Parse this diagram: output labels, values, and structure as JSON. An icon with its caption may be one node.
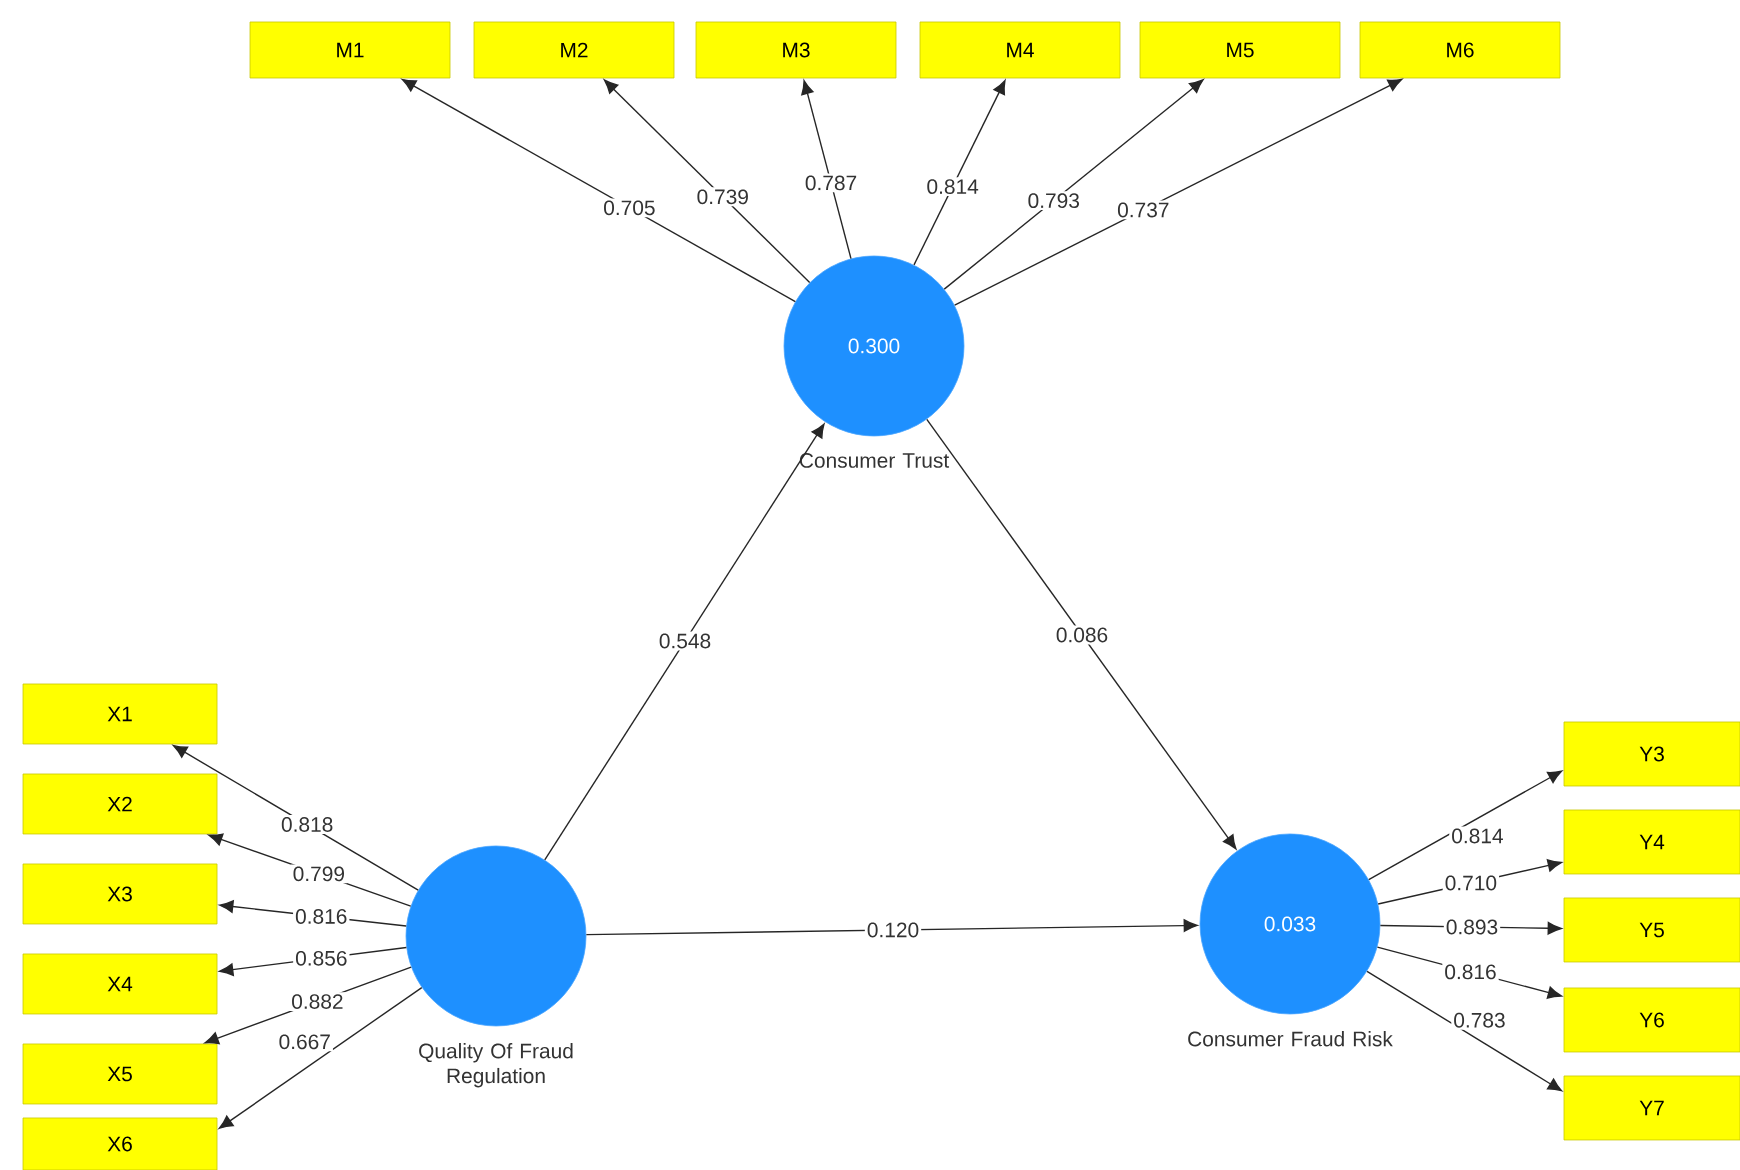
{
  "diagram": {
    "nodes": [
      {
        "text": [
          "M1"
        ]
      },
      {
        "text": [
          "M2"
        ]
      },
      {
        "text": [
          "M3"
        ]
      },
      {
        "text": [
          "M4"
        ]
      },
      {
        "text": [
          "M5"
        ]
      },
      {
        "text": [
          "M6"
        ]
      },
      {
        "text": [
          "0.300",
          "Consumer Trust"
        ]
      },
      {
        "text": [
          "X1"
        ]
      },
      {
        "text": [
          "X2"
        ]
      },
      {
        "text": [
          "X3"
        ]
      },
      {
        "text": [
          "X4"
        ]
      },
      {
        "text": [
          "X5"
        ]
      },
      {
        "text": [
          "X6"
        ]
      },
      {
        "text": [
          "Quality Of Fraud Regulation"
        ]
      },
      {
        "text": [
          "0.033",
          "Consumer Fraud Risk"
        ]
      },
      {
        "text": [
          "Y3"
        ]
      },
      {
        "text": [
          "Y4"
        ]
      },
      {
        "text": [
          "Y5"
        ]
      },
      {
        "text": [
          "Y6"
        ]
      },
      {
        "text": [
          "Y7"
        ]
      }
    ],
    "edges": [
      {
        "from": 6,
        "to": 0,
        "arrow": "to",
        "label": "0.705"
      },
      {
        "from": 6,
        "to": 1,
        "arrow": "to",
        "label": "0.739"
      },
      {
        "from": 6,
        "to": 2,
        "arrow": "to",
        "label": "0.787"
      },
      {
        "from": 6,
        "to": 3,
        "arrow": "to",
        "label": "0.814"
      },
      {
        "from": 6,
        "to": 4,
        "arrow": "to",
        "label": "0.793"
      },
      {
        "from": 6,
        "to": 5,
        "arrow": "to",
        "label": "0.737"
      },
      {
        "from": 13,
        "to": 7,
        "arrow": "to",
        "label": "0.818"
      },
      {
        "from": 13,
        "to": 8,
        "arrow": "to",
        "label": "0.799"
      },
      {
        "from": 13,
        "to": 9,
        "arrow": "to",
        "label": "0.816"
      },
      {
        "from": 13,
        "to": 10,
        "arrow": "to",
        "label": "0.856"
      },
      {
        "from": 13,
        "to": 11,
        "arrow": "to",
        "label": "0.882"
      },
      {
        "from": 13,
        "to": 12,
        "arrow": "to",
        "label": "0.667"
      },
      {
        "from": 13,
        "to": 6,
        "arrow": "to",
        "label": "0.548"
      },
      {
        "from": 6,
        "to": 14,
        "arrow": "to",
        "label": "0.086"
      },
      {
        "from": 13,
        "to": 14,
        "arrow": "to",
        "label": "0.120"
      },
      {
        "from": 14,
        "to": 15,
        "arrow": "to",
        "label": "0.814"
      },
      {
        "from": 14,
        "to": 16,
        "arrow": "to",
        "label": "0.710"
      },
      {
        "from": 14,
        "to": 17,
        "arrow": "to",
        "label": "0.893"
      },
      {
        "from": 14,
        "to": 18,
        "arrow": "to",
        "label": "0.816"
      },
      {
        "from": 14,
        "to": 19,
        "arrow": "to",
        "label": "0.783"
      }
    ]
  }
}
